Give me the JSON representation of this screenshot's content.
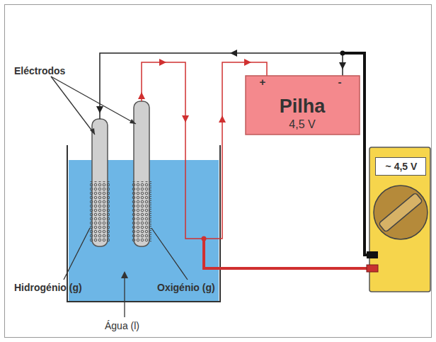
{
  "diagram": {
    "nodes": [
      {
        "text": [
          "+",
          "-",
          "Pilha",
          "4,5 V"
        ]
      },
      {
        "text": [
          "~ 4,5 V"
        ]
      }
    ],
    "labels": [
      "Eléctrodos",
      "Hidrogénio (g)",
      "Oxigénio (g)",
      "Água (l)"
    ]
  }
}
